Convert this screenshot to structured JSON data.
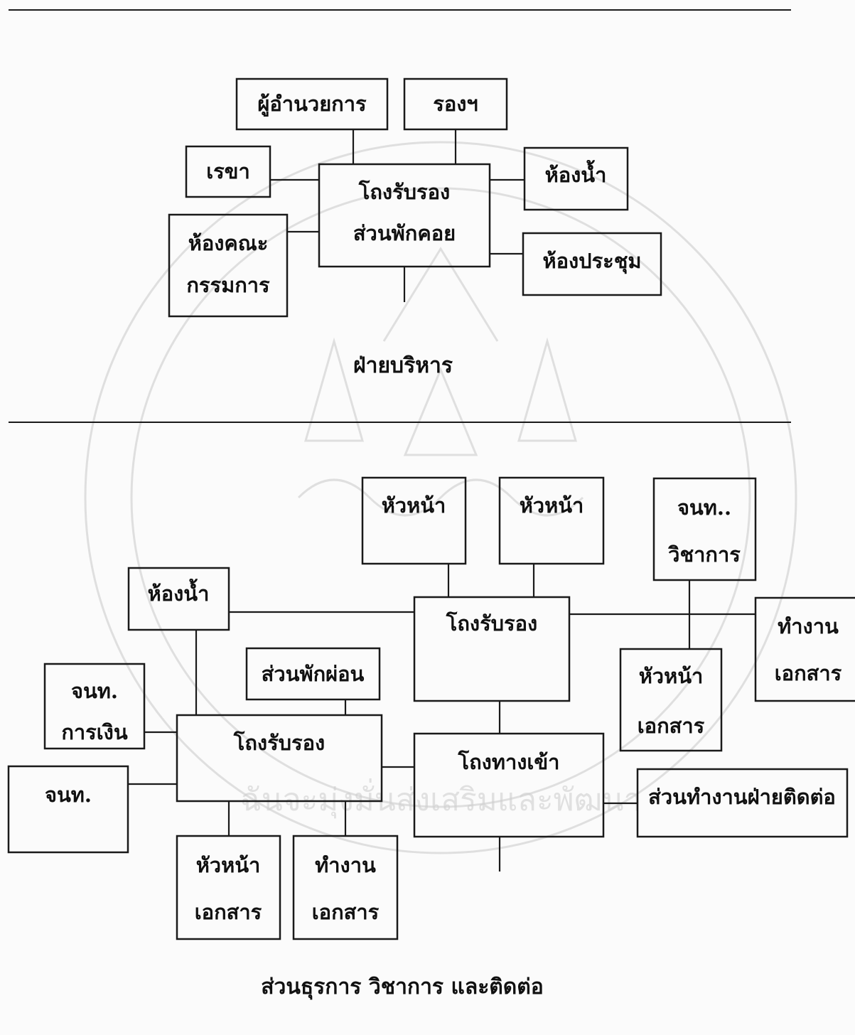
{
  "watermark": {
    "text": "ฉันจะมุ่งมั่นส่งเสริมและพัฒนา",
    "color": "#c9c9c9"
  },
  "executive": {
    "caption": "ฝ่ายบริหาร",
    "director": "ผู้อำนวยการ",
    "deputy": "รองฯ",
    "secretary": "เรขา",
    "restroom": "ห้องน้ำ",
    "hall_line1": "โถงรับรอง",
    "hall_line2": "ส่วนพักคอย",
    "committee_line1": "ห้องคณะ",
    "committee_line2": "กรรมการ",
    "meeting_room": "ห้องประชุม"
  },
  "service": {
    "caption": "ส่วนธุรการ วิชาการ และติดต่อ",
    "head_1": "หัวหน้า",
    "head_2": "หัวหน้า",
    "academic_line1": "จนท..",
    "academic_line2": "วิชาการ",
    "restroom": "ห้องน้ำ",
    "reception_main": "โถงรับรอง",
    "work_docs_right_line1": "ทำงาน",
    "work_docs_right_line2": "เอกสาร",
    "rest_area": "ส่วนพักผ่อน",
    "head_docs_right_line1": "หัวหน้า",
    "head_docs_right_line2": "เอกสาร",
    "finance_line1": "จนท.",
    "finance_line2": "การเงิน",
    "reception_left": "โถงรับรอง",
    "entrance_hall": "โถงทางเข้า",
    "staff": "จนท.",
    "contact_work_area": "ส่วนทำงานฝ่ายติดต่อ",
    "head_docs_bottom_line1": "หัวหน้า",
    "head_docs_bottom_line2": "เอกสาร",
    "work_docs_bottom_line1": "ทำงาน",
    "work_docs_bottom_line2": "เอกสาร"
  }
}
